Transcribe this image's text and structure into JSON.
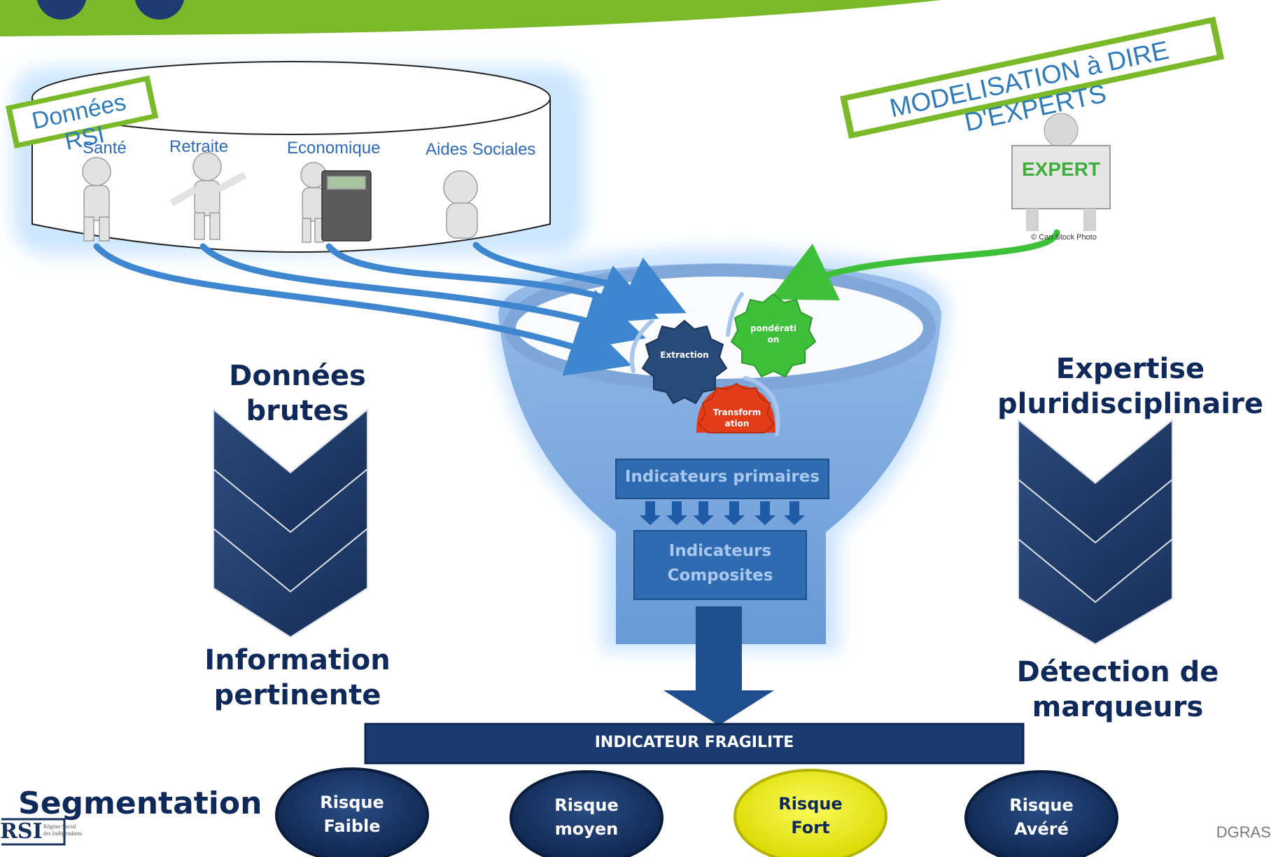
{
  "rsi_data": {
    "label": "Données RSI"
  },
  "categories": [
    {
      "label": "Santé"
    },
    {
      "label": "Retraite"
    },
    {
      "label": "Economique"
    },
    {
      "label": "Aides Sociales"
    }
  ],
  "expert": {
    "banner": "MODELISATION à DIRE D'EXPERTS",
    "sign": "EXPERT",
    "credit": "© Can Stock Photo"
  },
  "gears": {
    "extraction": "Extraction",
    "ponderation": "pondération",
    "transformation": "Transformation"
  },
  "funnel": {
    "primary": "Indicateurs primaires",
    "composite_line1": "Indicateurs",
    "composite_line2": "Composites"
  },
  "left_column": {
    "top_line1": "Données",
    "top_line2": "brutes",
    "bottom_line1": "Information",
    "bottom_line2": "pertinente"
  },
  "right_column": {
    "top_line1": "Expertise",
    "top_line2": "pluridisciplinaire",
    "bottom_line1": "Détection de",
    "bottom_line2": "marqueurs"
  },
  "fragility_bar": {
    "label": "INDICATEUR FRAGILITE"
  },
  "segmentation": {
    "label": "Segmentation"
  },
  "risks": [
    {
      "line1": "Risque",
      "line2": "Faible"
    },
    {
      "line1": "Risque",
      "line2": "moyen"
    },
    {
      "line1": "Risque",
      "line2": "Fort"
    },
    {
      "line1": "Risque",
      "line2": "Avéré"
    }
  ],
  "logo": {
    "name": "RSI",
    "subtitle_line1": "Régime Social",
    "subtitle_line2": "des Indépendants"
  },
  "footer": {
    "org": "DGRAS"
  },
  "colors": {
    "green": "#7ab929",
    "navy": "#0f2a5a",
    "blue_arrow": "#3f86d1",
    "green_arrow": "#3fc03a",
    "gear_dark": "#274a78",
    "gear_green": "#3fc03a",
    "gear_red": "#e23d18",
    "risk_yellow": "#f5f51a"
  }
}
